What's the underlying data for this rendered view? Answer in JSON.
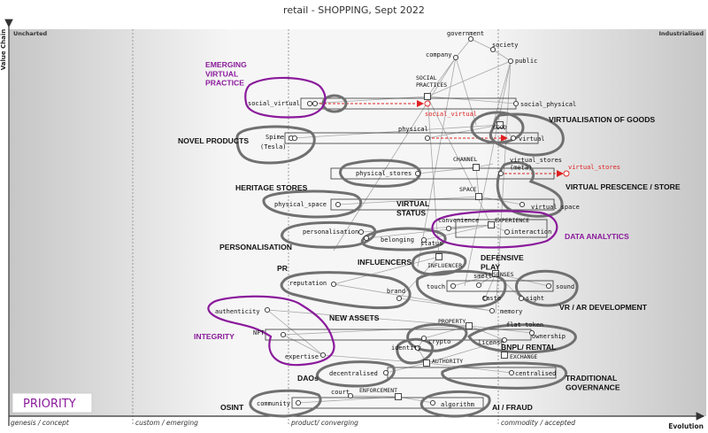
{
  "title": "retail - SHOPPING, Sept 2022",
  "axes": {
    "y_label": "Value Chain",
    "x_label": "Evolution",
    "top_left": "Uncharted",
    "top_right": "Industrialised",
    "stages": [
      "genesis / concept",
      "custom / emerging",
      "product/ converging",
      "commodity / accepted"
    ]
  },
  "priority_label": "PRIORITY",
  "components": {
    "government": "government",
    "society": "society",
    "company": "company",
    "public": "public",
    "social_practices": "SOCIAL\nPRACTICES",
    "social_virtual": "social_virtual",
    "social_physical": "social_physical",
    "social_virtual_future": "social_virtual",
    "physical": "physical",
    "good": "GOOD",
    "spime": "Spime",
    "tesla": "(Tesla)",
    "virtual": "virtual",
    "channel": "CHANNEL",
    "physical_stores": "physical_stores",
    "virtual_stores_meta": "virtual_stores\n(meta)",
    "virtual_stores_future": "virtual_stores",
    "space": "SPACE",
    "physical_space": "physical_space",
    "virtual_space": "virtual_space",
    "convenience": "convenience",
    "experience": "EXPERIENCE",
    "interaction": "interaction",
    "personalisation": "personalisation",
    "belonging": "belonging",
    "status": "status",
    "influencer": "INFLUENCER",
    "senses": "SENSES",
    "smell": "smell",
    "touch": "touch",
    "taste": "taste",
    "sight": "sight",
    "sound": "sound",
    "reputation": "reputation",
    "brand": "brand",
    "memory": "memory",
    "authenticity": "authenticity",
    "property": "PROPERTY",
    "flat_token": "flat token",
    "nft": "NFT",
    "crypto": "crypto",
    "license": "license",
    "ownership": "ownership",
    "identity": "identity",
    "expertise": "expertise",
    "exchange": "EXCHANGE",
    "authority": "AUTHORITY",
    "decentralised": "decentralised",
    "centralised": "centralised",
    "enforcement": "ENFORCEMENT",
    "court": "court",
    "community": "community",
    "algorithm": "algorithm"
  },
  "annotations": {
    "emerging": "EMERGING\nVIRTUAL\nPRACTICE",
    "novel_products": "NOVEL PRODUCTS",
    "virtualisation": "VIRTUALISATION OF GOODS",
    "heritage_stores": "HERITAGE STORES",
    "virtual_presence": "VIRTUAL PRESCENCE / STORE",
    "virtual_status": "VIRTUAL\nSTATUS",
    "personalisation": "PERSONALISATION",
    "data_analytics": "DATA ANALYTICS",
    "influencers": "INFLUENCERS",
    "defensive_play": "DEFENSIVE\nPLAY",
    "pr": "PR",
    "vr_ar": "VR / AR DEVELOPMENT",
    "new_assets": "NEW ASSETS",
    "integrity": "INTEGRITY",
    "bnpl": "BNPL/ RENTAL",
    "daos": "DAOs",
    "traditional_governance": "TRADITIONAL\nGOVERNANCE",
    "osint": "OSINT",
    "ai_fraud": "AI / FRAUD"
  },
  "colors": {
    "purple": "#8a1a9b",
    "red": "#e02020",
    "grey_outline": "#707070",
    "link": "#a8a8a8"
  }
}
